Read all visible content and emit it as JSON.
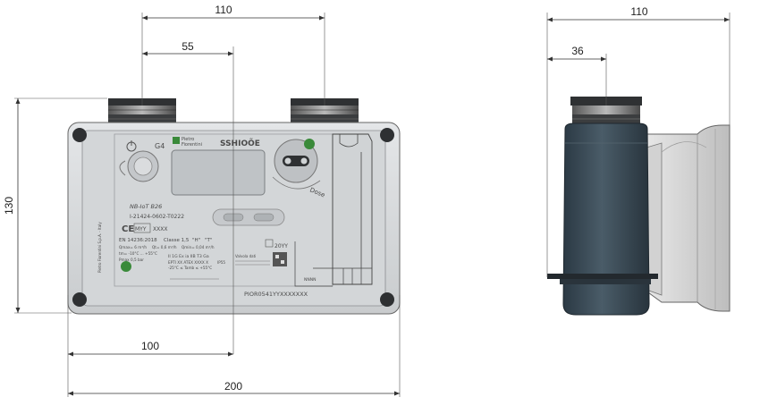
{
  "dimensions": {
    "front_width_total": "200",
    "front_half_width": "100",
    "front_height": "130",
    "front_connector_spacing": "110",
    "front_connector_offset": "55",
    "side_overall": "110",
    "side_connector_offset": "36"
  },
  "meter_face": {
    "model": "G4",
    "brand_line1": "Pietro",
    "brand_line2": "Fiorentini",
    "logo_text": "SSHIOÕE",
    "product": "NB-IoT B26",
    "serial": "I-21424-0602-T0222",
    "ce_mark": "CE",
    "year_box": "MYY",
    "year_code": "XXXX",
    "standard": "EN 14236:2018",
    "class_text": "Classe 1,5",
    "h_label": "\"H\"",
    "t_label": "\"T\"",
    "qmax": "Qmax= 6 m³/h",
    "qt": "Qt= 0,6 m³/h",
    "qmin": "Qmin= 0,04 m³/h",
    "tm": "tm= -10°C ... +55°C",
    "pmax": "Pmax 0,5 bar",
    "atex1": "II 1G Ex ia IIB T3 Ga",
    "atex2": "EPTI XX ATEX XXXX X",
    "atex3": "-25°C ≤ Tamb ≤ +55°C",
    "side_text": "Pietro Fiorentini S.p.A. - Italy",
    "warning_text": "Valvola dati",
    "footer_code": "PIOR0541YYXXXXXXX",
    "date_code": "20YY",
    "lot": "NNNN",
    "dial_label": "Dose",
    "ip_code": "IP55"
  },
  "colors": {
    "body_gray": "#d6d8da",
    "panel_gray": "#cfd2d4",
    "display_gray": "#bfc3c6",
    "connector_dark": "#3a3c3e",
    "side_dark": "#3a4a56",
    "screw_dark": "#2e3032",
    "green_mark": "#3a8a3a",
    "line_color": "#333333"
  }
}
